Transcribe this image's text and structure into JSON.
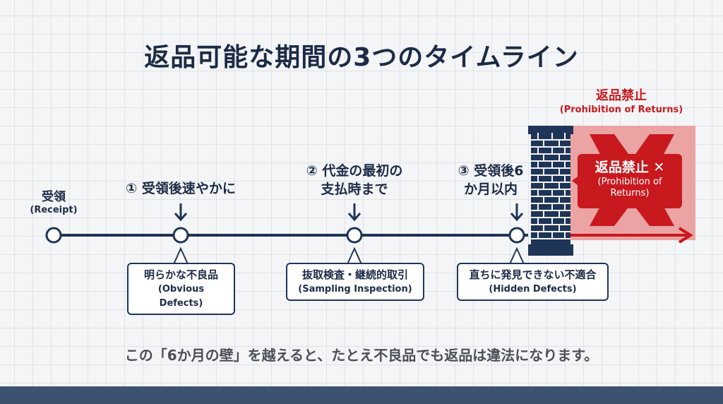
{
  "title": "返品可能な期間の3つのタイムライン",
  "start": {
    "label": "受領",
    "sub": "(Receipt)"
  },
  "milestones": [
    {
      "heading": [
        "① 受領後速やかに"
      ],
      "box_ja": "明らかな不良品",
      "box_en": "(Obvious Defects)"
    },
    {
      "heading": [
        "② 代金の最初の",
        "支払時まで"
      ],
      "box_ja": "抜取検査・継続的取引",
      "box_en": "(Sampling Inspection)"
    },
    {
      "heading": [
        "③ 受領後6",
        "か月以内"
      ],
      "box_ja": "直ちに発見できない不適合",
      "box_en": "(Hidden Defects)"
    }
  ],
  "prohibition": {
    "label": "返品禁止",
    "sub": "(Prohibition of Returns)",
    "inner_label": "返品禁止 ✕",
    "inner_sub": [
      "(Prohibition of",
      "Returns)"
    ]
  },
  "footer": "この「6か月の壁」を越えると、たとえ不良品でも返品は違法になります。",
  "colors": {
    "navy": "#1f3557",
    "red": "#c8191e"
  }
}
